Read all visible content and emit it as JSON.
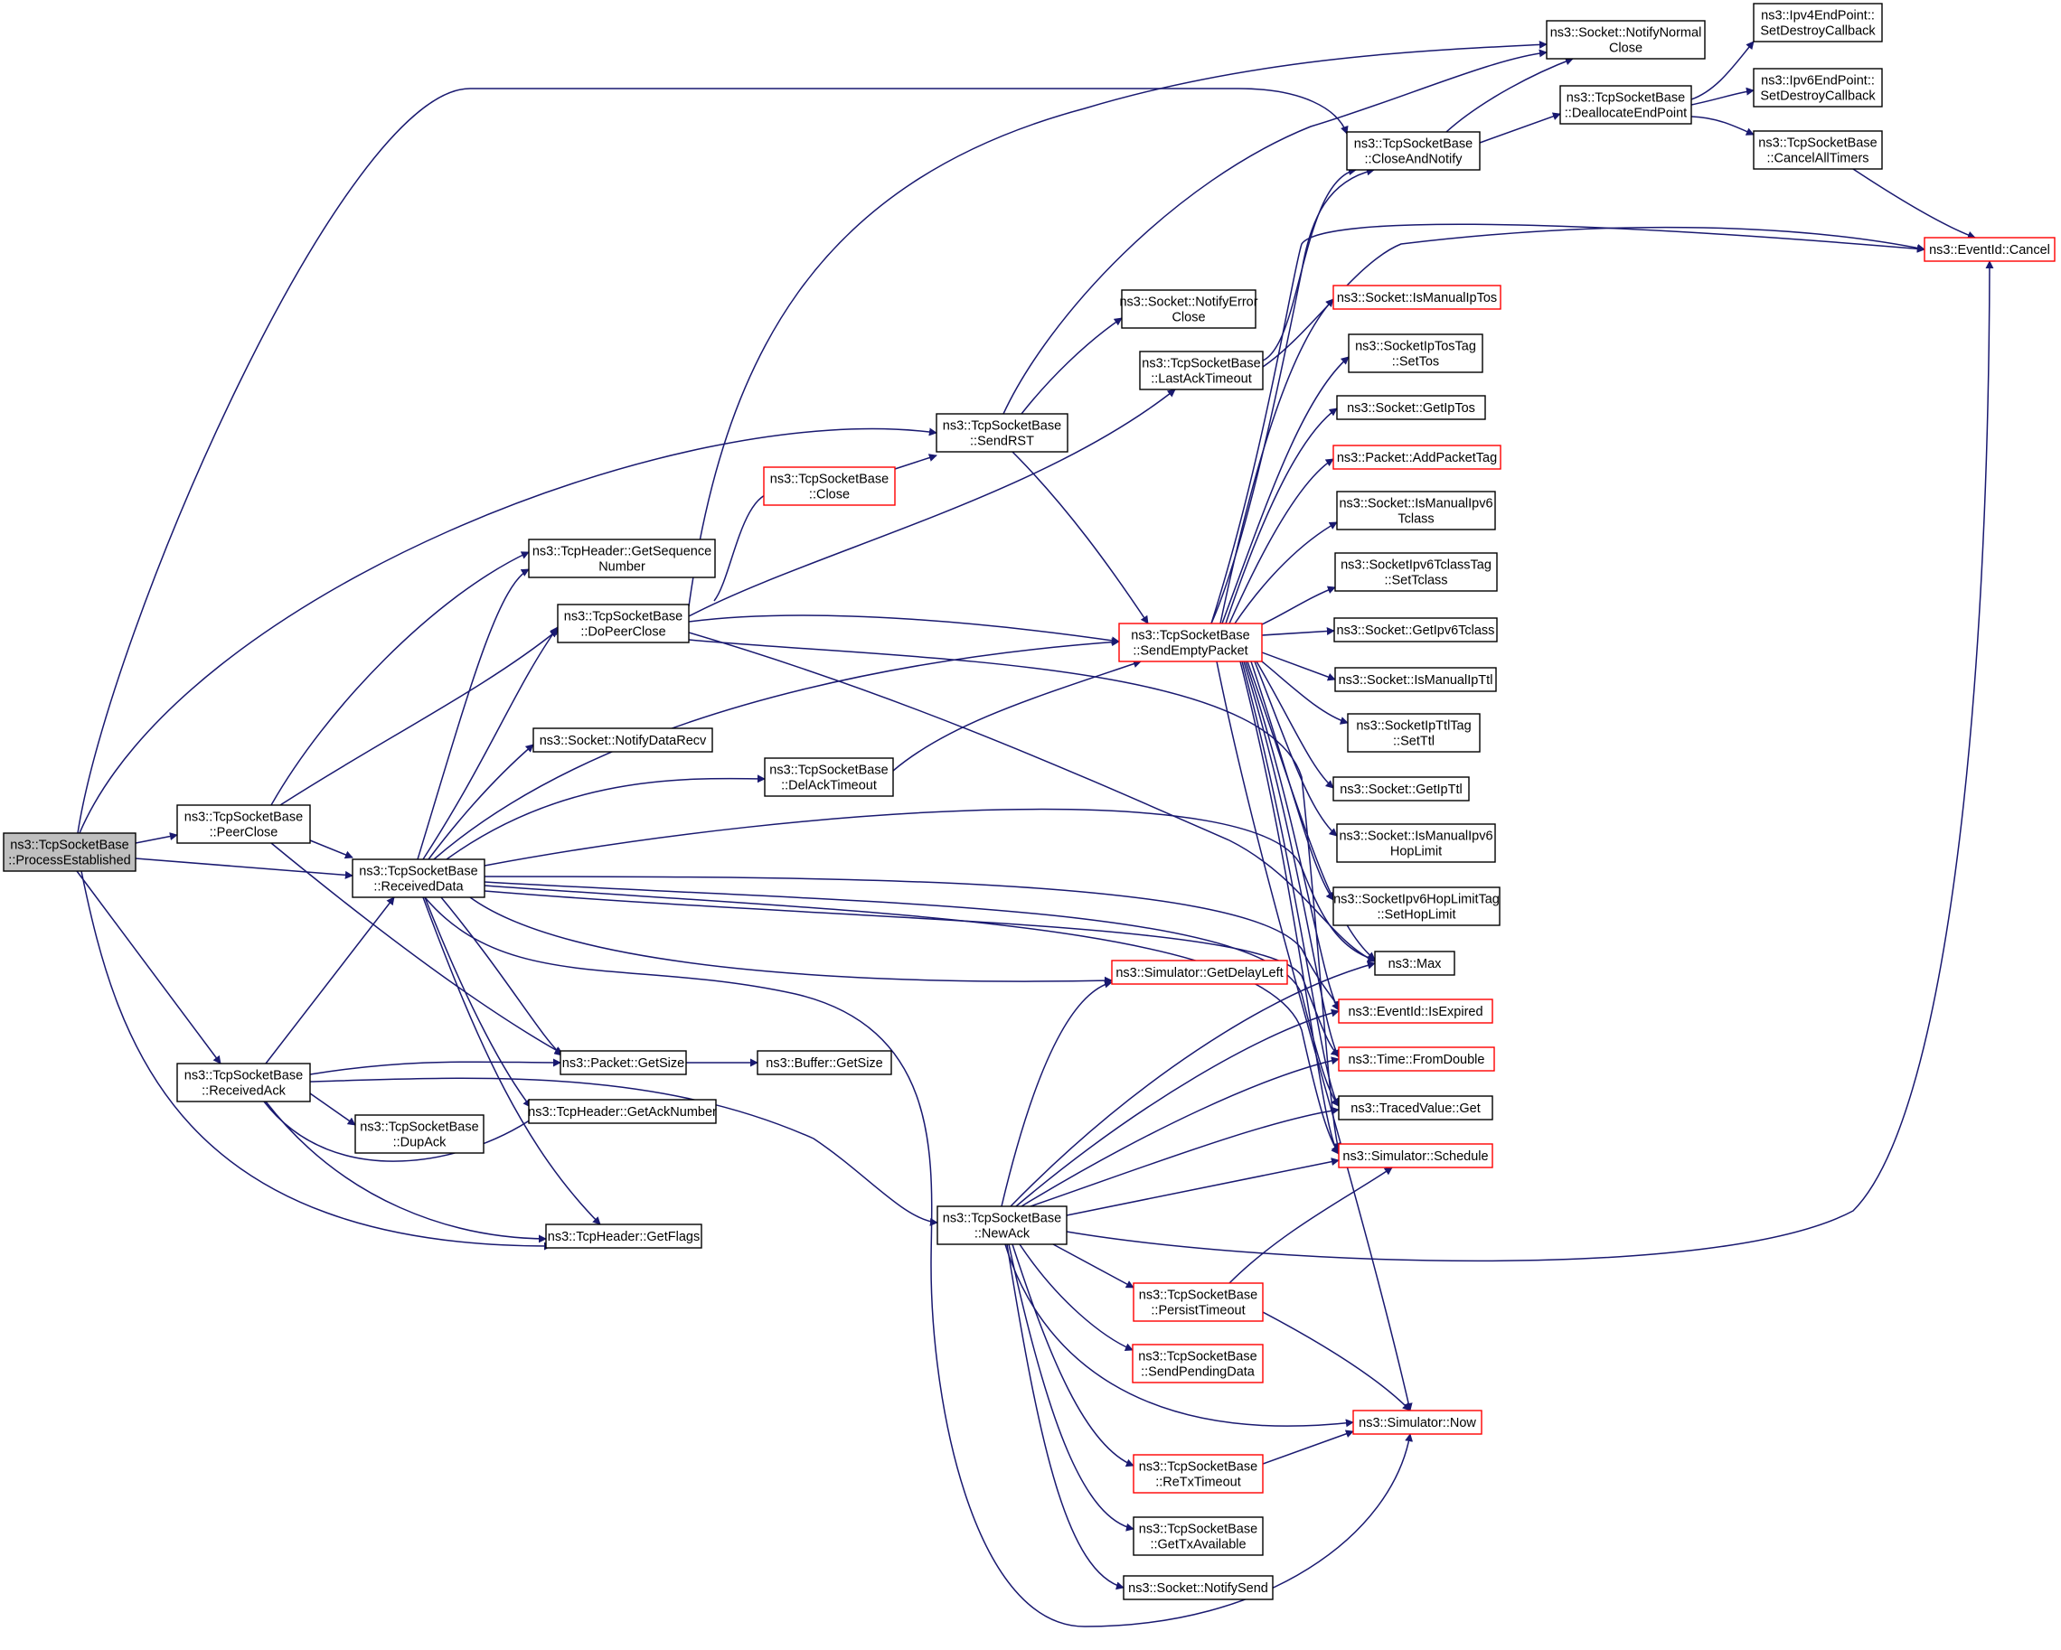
{
  "colors": {
    "edge": "#191970",
    "node_border": "#000000",
    "truncated_border": "#ff0000",
    "root_fill": "#bfbfbf",
    "background": "#ffffff"
  },
  "nodes": {
    "process_established": [
      "ns3::TcpSocketBase",
      "::ProcessEstablished"
    ],
    "peer_close": [
      "ns3::TcpSocketBase",
      "::PeerClose"
    ],
    "received_data": [
      "ns3::TcpSocketBase",
      "::ReceivedData"
    ],
    "received_ack": [
      "ns3::TcpSocketBase",
      "::ReceivedAck"
    ],
    "get_sequence_number": [
      "ns3::TcpHeader::GetSequence",
      "Number"
    ],
    "do_peer_close": [
      "ns3::TcpSocketBase",
      "::DoPeerClose"
    ],
    "notify_data_recv": [
      "ns3::Socket::NotifyDataRecv"
    ],
    "packet_get_size": [
      "ns3::Packet::GetSize"
    ],
    "get_ack_number": [
      "ns3::TcpHeader::GetAckNumber"
    ],
    "get_flags": [
      "ns3::TcpHeader::GetFlags"
    ],
    "dup_ack": [
      "ns3::TcpSocketBase",
      "::DupAck"
    ],
    "close": [
      "ns3::TcpSocketBase",
      "::Close"
    ],
    "del_ack_timeout": [
      "ns3::TcpSocketBase",
      "::DelAckTimeout"
    ],
    "buffer_get_size": [
      "ns3::Buffer::GetSize"
    ],
    "send_rst": [
      "ns3::TcpSocketBase",
      "::SendRST"
    ],
    "notify_error_close": [
      "ns3::Socket::NotifyError",
      "Close"
    ],
    "last_ack_timeout": [
      "ns3::TcpSocketBase",
      "::LastAckTimeout"
    ],
    "send_empty_packet": [
      "ns3::TcpSocketBase",
      "::SendEmptyPacket"
    ],
    "get_delay_left": [
      "ns3::Simulator::GetDelayLeft"
    ],
    "new_ack": [
      "ns3::TcpSocketBase",
      "::NewAck"
    ],
    "persist_timeout": [
      "ns3::TcpSocketBase",
      "::PersistTimeout"
    ],
    "send_pending_data": [
      "ns3::TcpSocketBase",
      "::SendPendingData"
    ],
    "retx_timeout": [
      "ns3::TcpSocketBase",
      "::ReTxTimeout"
    ],
    "get_tx_available": [
      "ns3::TcpSocketBase",
      "::GetTxAvailable"
    ],
    "notify_send": [
      "ns3::Socket::NotifySend"
    ],
    "close_and_notify": [
      "ns3::TcpSocketBase",
      "::CloseAndNotify"
    ],
    "is_manual_ip_tos": [
      "ns3::Socket::IsManualIpTos"
    ],
    "socket_ip_tos_tag_set_tos": [
      "ns3::SocketIpTosTag",
      "::SetTos"
    ],
    "get_ip_tos": [
      "ns3::Socket::GetIpTos"
    ],
    "add_packet_tag": [
      "ns3::Packet::AddPacketTag"
    ],
    "is_manual_ipv6_tclass": [
      "ns3::Socket::IsManualIpv6",
      "Tclass"
    ],
    "ipv6_tclass_tag_set_tclass": [
      "ns3::SocketIpv6TclassTag",
      "::SetTclass"
    ],
    "get_ipv6_tclass": [
      "ns3::Socket::GetIpv6Tclass"
    ],
    "is_manual_ip_ttl": [
      "ns3::Socket::IsManualIpTtl"
    ],
    "ip_ttl_tag_set_ttl": [
      "ns3::SocketIpTtlTag",
      "::SetTtl"
    ],
    "get_ip_ttl": [
      "ns3::Socket::GetIpTtl"
    ],
    "is_manual_ipv6_hop_limit": [
      "ns3::Socket::IsManualIpv6",
      "HopLimit"
    ],
    "ipv6_hop_limit_tag_set_hop_limit": [
      "ns3::SocketIpv6HopLimitTag",
      "::SetHopLimit"
    ],
    "max": [
      "ns3::Max"
    ],
    "is_expired": [
      "ns3::EventId::IsExpired"
    ],
    "from_double": [
      "ns3::Time::FromDouble"
    ],
    "traced_value_get": [
      "ns3::TracedValue::Get"
    ],
    "schedule": [
      "ns3::Simulator::Schedule"
    ],
    "now": [
      "ns3::Simulator::Now"
    ],
    "notify_normal_close": [
      "ns3::Socket::NotifyNormal",
      "Close"
    ],
    "deallocate_end_point": [
      "ns3::TcpSocketBase",
      "::DeallocateEndPoint"
    ],
    "ipv4_set_destroy_callback": [
      "ns3::Ipv4EndPoint::",
      "SetDestroyCallback"
    ],
    "ipv6_set_destroy_callback": [
      "ns3::Ipv6EndPoint::",
      "SetDestroyCallback"
    ],
    "cancel_all_timers": [
      "ns3::TcpSocketBase",
      "::CancelAllTimers"
    ],
    "event_id_cancel": [
      "ns3::EventId::Cancel"
    ]
  }
}
